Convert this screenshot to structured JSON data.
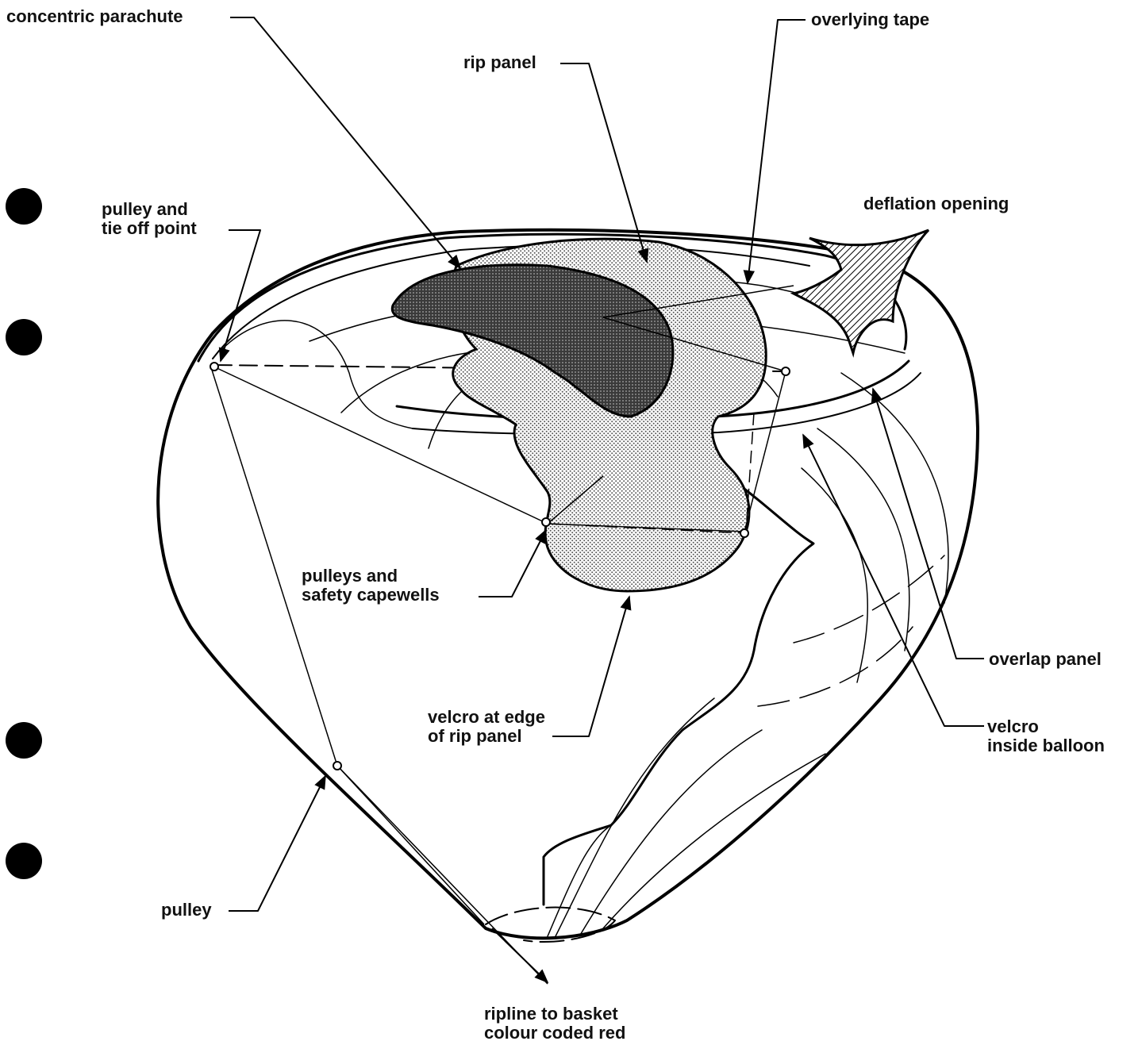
{
  "labels": {
    "concentric_parachute": "concentric parachute",
    "overlying_tape": "overlying tape",
    "rip_panel": "rip panel",
    "deflation_opening": "deflation opening",
    "pulley_tie_off": [
      "pulley and",
      "tie off point"
    ],
    "pulleys_capewells": [
      "pulleys and",
      "safety capewells"
    ],
    "velcro_edge": [
      "velcro at edge",
      "of rip panel"
    ],
    "overlap_panel": "overlap panel",
    "velcro_inside": [
      "velcro",
      "inside balloon"
    ],
    "pulley": "pulley",
    "ripline": [
      "ripline to basket",
      "colour coded red"
    ]
  }
}
